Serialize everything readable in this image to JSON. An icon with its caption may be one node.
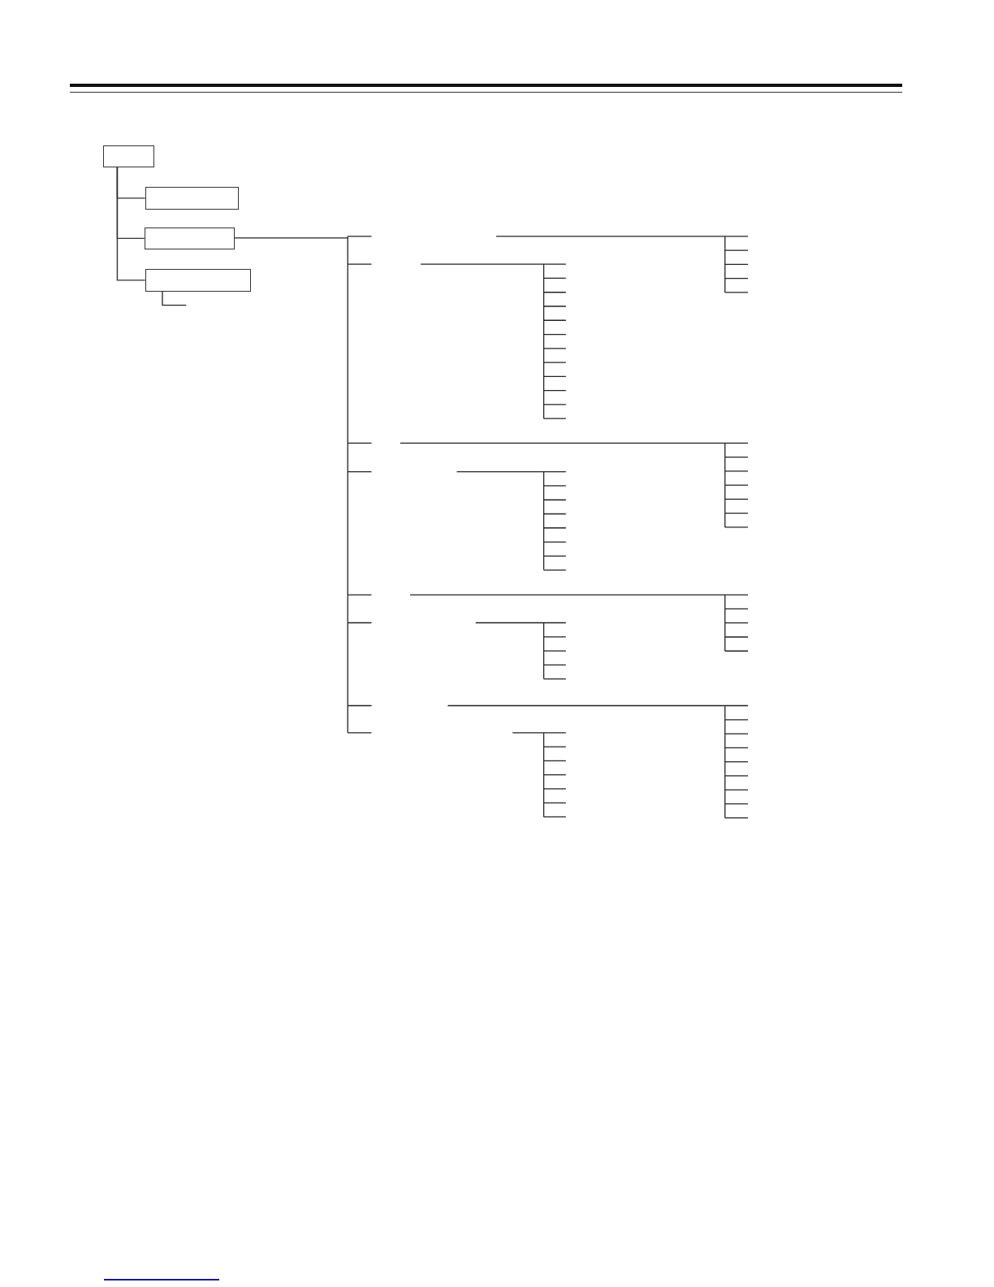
{
  "diagram": {
    "nodes": [
      {
        "text": [],
        "shape": "box"
      },
      {
        "text": [],
        "shape": "box"
      },
      {
        "text": [],
        "shape": "box"
      },
      {
        "text": [],
        "shape": "box"
      }
    ],
    "edges": [
      {
        "from": 0,
        "to": 1,
        "arrow": "none"
      },
      {
        "from": 0,
        "to": 2,
        "arrow": "none"
      },
      {
        "from": 0,
        "to": 3,
        "arrow": "none"
      }
    ]
  }
}
